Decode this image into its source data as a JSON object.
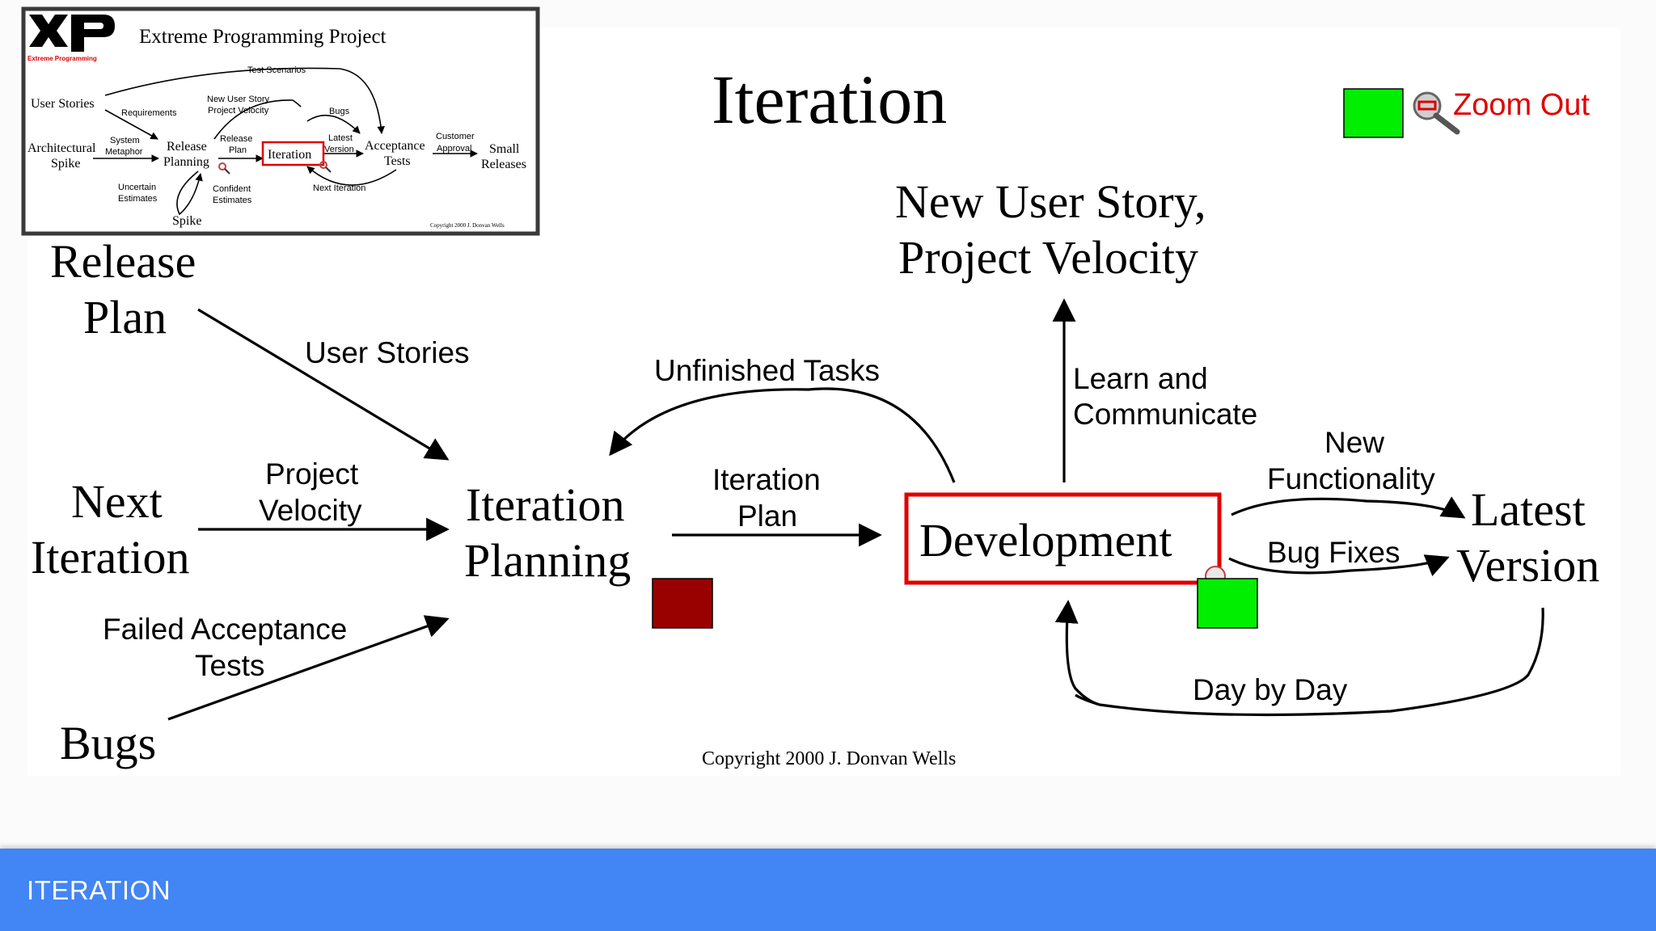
{
  "overview": {
    "logo_text": "XP",
    "logo_sub": "Extreme Programming",
    "title": "Extreme Programming Project",
    "nodes": {
      "user_stories": "User Stories",
      "architectural": "Architectural",
      "spike_left": "Spike",
      "release": "Release",
      "planning": "Planning",
      "iteration": "Iteration",
      "acceptance": "Acceptance",
      "tests": "Tests",
      "small": "Small",
      "releases": "Releases",
      "spike_bottom": "Spike"
    },
    "labels": {
      "test_scenarios": "Test Scenarios",
      "requirements": "Requirements",
      "new_user_story": "New User Story",
      "project_velocity": "Project Velocity",
      "bugs": "Bugs",
      "system": "System",
      "metaphor": "Metaphor",
      "release": "Release",
      "plan": "Plan",
      "latest": "Latest",
      "version": "Version",
      "customer": "Customer",
      "approval": "Approval",
      "uncertain": "Uncertain",
      "estimates_left": "Estimates",
      "confident": "Confident",
      "estimates_right": "Estimates",
      "next_iteration": "Next Iteration"
    },
    "copyright": "Copyright 2000 J. Donvan Wells"
  },
  "main": {
    "title": "Iteration",
    "zoom_label": "Zoom Out",
    "nodes": {
      "release_plan_1": "Release",
      "release_plan_2": "Plan",
      "next_iteration_1": "Next",
      "next_iteration_2": "Iteration",
      "bugs": "Bugs",
      "iteration_planning_1": "Iteration",
      "iteration_planning_2": "Planning",
      "development": "Development",
      "latest_version_1": "Latest",
      "latest_version_2": "Version",
      "new_user_story_1": "New User Story,",
      "new_user_story_2": "Project Velocity"
    },
    "labels": {
      "user_stories": "User Stories",
      "project": "Project",
      "velocity": "Velocity",
      "failed_acceptance": "Failed Acceptance",
      "tests": "Tests",
      "unfinished_tasks": "Unfinished Tasks",
      "iteration": "Iteration",
      "plan": "Plan",
      "learn_and": "Learn and",
      "communicate": "Communicate",
      "new": "New",
      "functionality": "Functionality",
      "bug_fixes": "Bug Fixes",
      "day_by_day": "Day by Day"
    },
    "copyright": "Copyright 2000 J. Donvan Wells"
  },
  "footer": {
    "title": "ITERATION"
  },
  "colors": {
    "highlight_red": "#e00000",
    "nav_green": "#00ee00",
    "dark_red": "#990000",
    "footer_blue": "#4285f4"
  }
}
